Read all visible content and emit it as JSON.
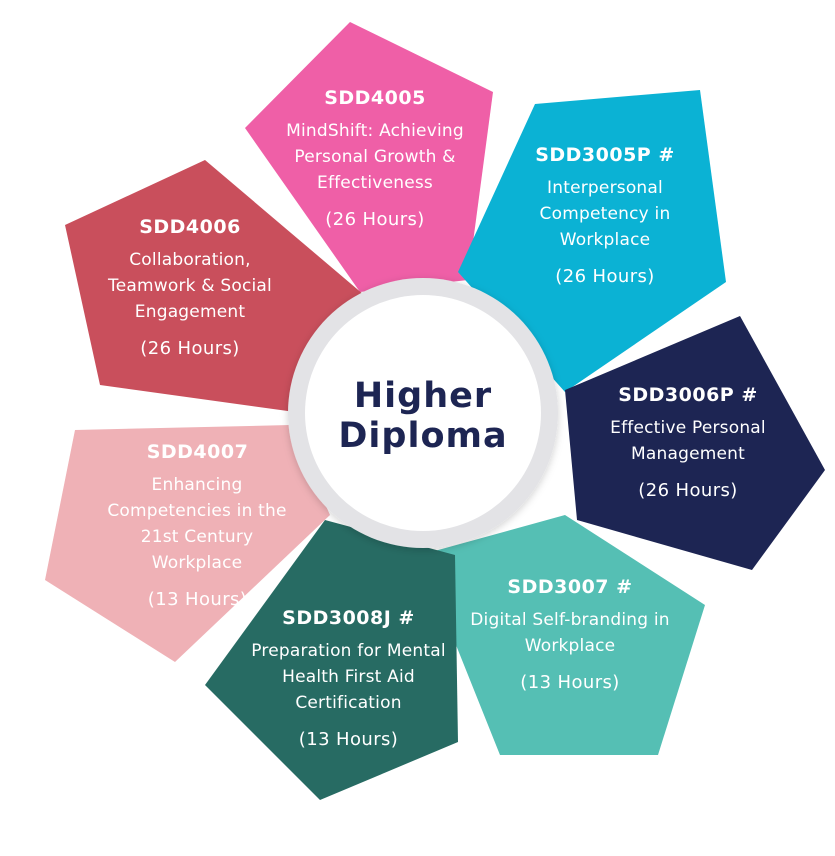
{
  "center": {
    "line1": "Higher",
    "line2": "Diploma"
  },
  "modules": [
    {
      "code": "SDD4005",
      "title": "MindShift: Achieving Personal Growth & Effectiveness",
      "hours": "(26 Hours)",
      "color": "#ef5fa7"
    },
    {
      "code": "SDD3005P #",
      "title": "Interpersonal Competency in Workplace",
      "hours": "(26 Hours)",
      "color": "#0bb2d4"
    },
    {
      "code": "SDD3006P #",
      "title": "Effective Personal Management",
      "hours": "(26 Hours)",
      "color": "#1d2553"
    },
    {
      "code": "SDD3007 #",
      "title": "Digital Self-branding in Workplace",
      "hours": "(13 Hours)",
      "color": "#55bfb4"
    },
    {
      "code": "SDD3008J #",
      "title": "Preparation for Mental Health First Aid Certification",
      "hours": "(13 Hours)",
      "color": "#276b63"
    },
    {
      "code": "SDD4007",
      "title": "Enhancing Competencies in the 21st Century Workplace",
      "hours": "(13 Hours)",
      "color": "#efb1b6"
    },
    {
      "code": "SDD4006",
      "title": "Collaboration, Teamwork & Social Engagement",
      "hours": "(26 Hours)",
      "color": "#c94f5c"
    }
  ]
}
